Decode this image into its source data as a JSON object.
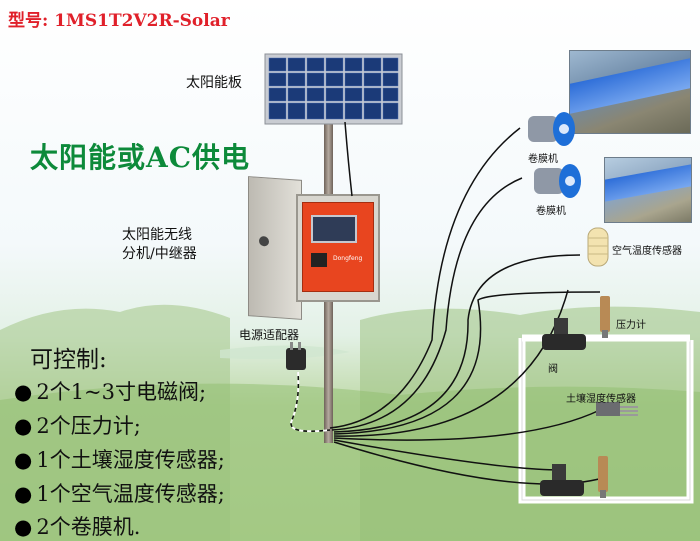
{
  "model_label": "型号: 1MS1T2V2R-Solar",
  "labels": {
    "solar_panel": "太阳能板",
    "power_supply": "太阳能或AC供电",
    "wireless_unit_line1": "太阳能无线",
    "wireless_unit_line2": "分机/中继器",
    "power_adapter": "电源适配器",
    "film_roller_1": "卷膜机",
    "film_roller_2": "卷膜机",
    "air_temp_sensor": "空气温度传感器",
    "pressure_gauge": "压力计",
    "valve": "阀",
    "soil_sensor": "土壤湿度传感器",
    "controller_brand": "Dongfeng"
  },
  "controllable": {
    "title": "可控制:",
    "items": [
      "2个1~3寸电磁阀;",
      "2个压力计;",
      "1个土壤湿度传感器;",
      "1个空气温度传感器;",
      "2个卷膜机."
    ]
  },
  "colors": {
    "model_text": "#e0202a",
    "power_text": "#0d8a3a",
    "cabinet": "#d8d6cf",
    "cabinet_inner": "#e8451f",
    "motor_blue": "#1e6fd8",
    "panel_cell": "#1b3a78"
  }
}
